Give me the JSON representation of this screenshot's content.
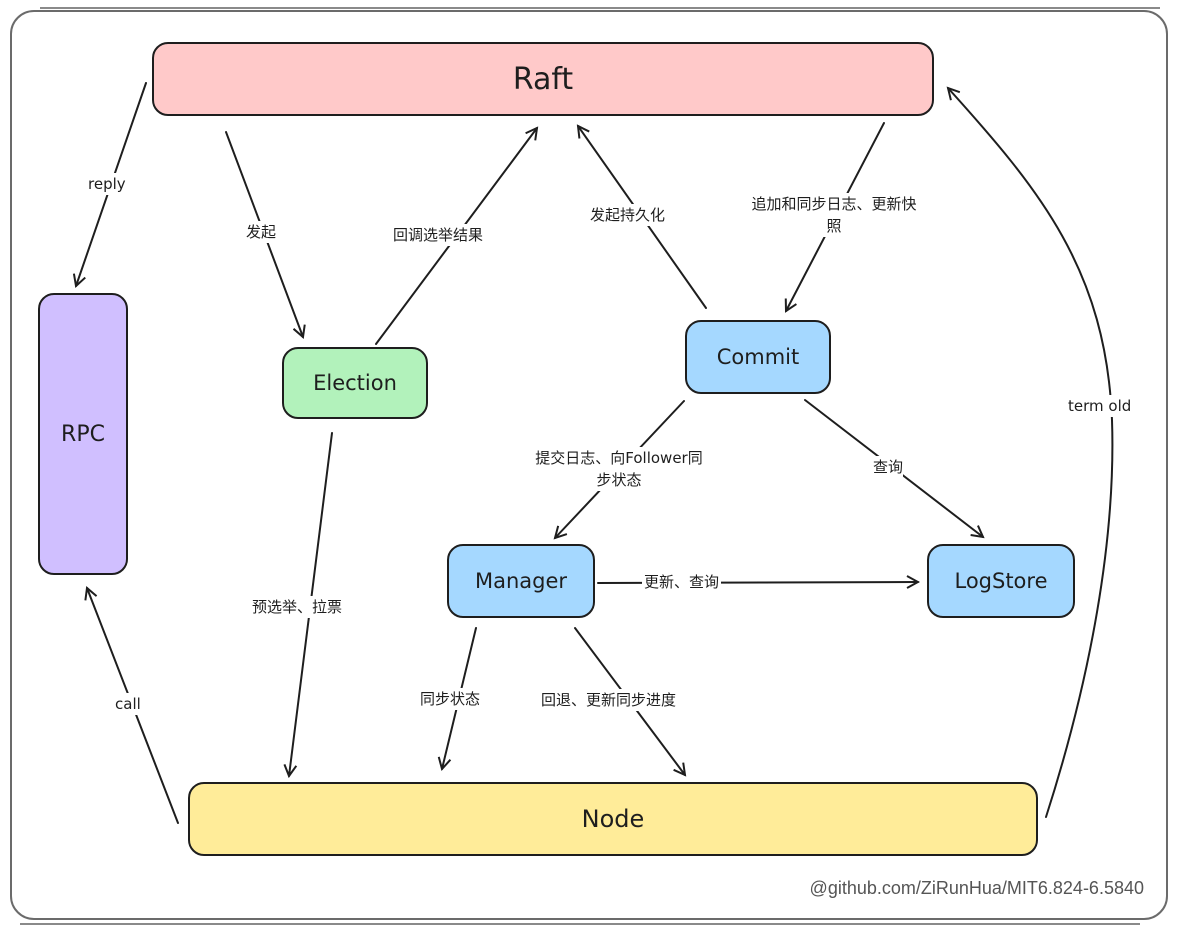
{
  "nodes": {
    "raft": "Raft",
    "rpc": "RPC",
    "election": "Election",
    "commit": "Commit",
    "manager": "Manager",
    "logstore": "LogStore",
    "node": "Node"
  },
  "colors": {
    "raft": "#ffc9c9",
    "rpc": "#d0bfff",
    "election": "#b2f2bb",
    "commit": "#a5d8ff",
    "manager": "#a5d8ff",
    "logstore": "#a5d8ff",
    "node": "#ffec99"
  },
  "edges": [
    {
      "from": "raft",
      "to": "rpc",
      "label": "reply"
    },
    {
      "from": "raft",
      "to": "election",
      "label": "发起"
    },
    {
      "from": "election",
      "to": "raft",
      "label": "回调选举结果"
    },
    {
      "from": "commit",
      "to": "raft",
      "label": "发起持久化"
    },
    {
      "from": "raft",
      "to": "commit",
      "label": "追加和同步日志、更新快\n照"
    },
    {
      "from": "commit",
      "to": "manager",
      "label": "提交日志、向Follower同\n步状态"
    },
    {
      "from": "commit",
      "to": "logstore",
      "label": "查询"
    },
    {
      "from": "manager",
      "to": "logstore",
      "label": "更新、查询"
    },
    {
      "from": "election",
      "to": "node",
      "label": "预选举、拉票"
    },
    {
      "from": "manager",
      "to": "node",
      "label": "同步状态"
    },
    {
      "from": "manager",
      "to": "node",
      "label": "回退、更新同步进度"
    },
    {
      "from": "node",
      "to": "rpc",
      "label": "call"
    },
    {
      "from": "node",
      "to": "raft",
      "label": "term old"
    }
  ],
  "credit": "@github.com/ZiRunHua/MIT6.824-6.5840"
}
